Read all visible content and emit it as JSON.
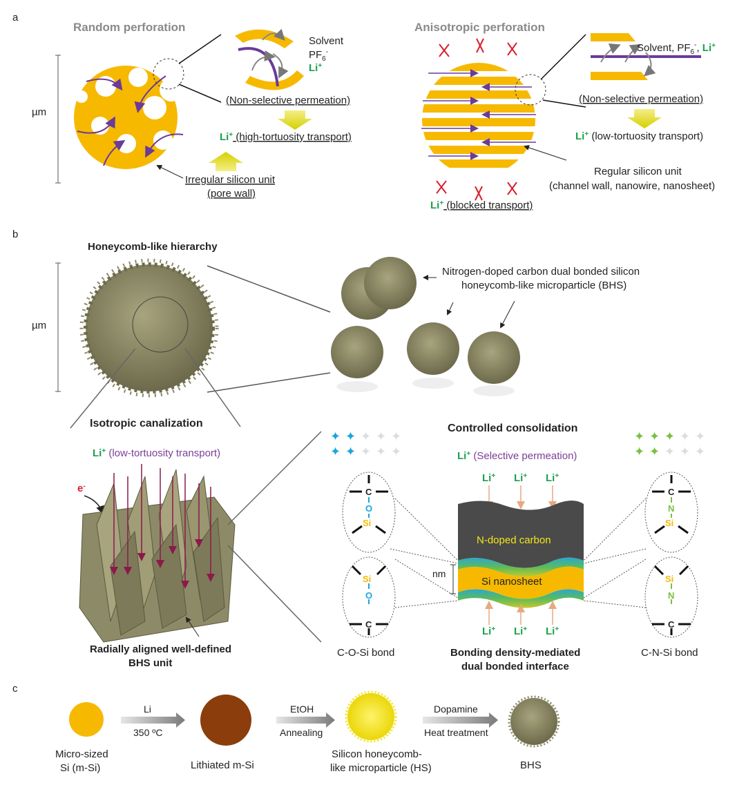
{
  "colors": {
    "gold": "#f6b900",
    "purple": "#6b3a9a",
    "green": "#1aa14a",
    "grey_text": "#8a8a8a",
    "red": "#d8202a",
    "bhs_olive": "#8d8a67",
    "dark_carbon": "#4a4a4a",
    "lithiated": "#8b3d0c",
    "honeycomb_yellow": "#f4e61a",
    "blue_bond": "#1aa6dc",
    "green_bond": "#79c043"
  },
  "panel_a": {
    "label": "a",
    "scale": "µm",
    "left": {
      "title": "Random perforation",
      "permeants": [
        "Solvent",
        "PF",
        "6",
        "-",
        "Li",
        "+"
      ],
      "permeation": "(Non-selective permeation)",
      "transport_ion": "Li",
      "transport_sup": "+",
      "transport": " (high-tortuosity transport)",
      "unit_line1": "Irregular silicon unit",
      "unit_line2": "(pore wall)"
    },
    "right": {
      "title": "Anisotropic perforation",
      "permeant_text": "Solvent, PF",
      "permeant_sub": "6",
      "permeant_sup": "-",
      "permeant_sep": ", ",
      "permeant_ion": "Li",
      "permeant_ion_sup": "+",
      "permeation": "(Non-selective permeation)",
      "transport_ion": "Li",
      "transport_sup": "+",
      "transport": " (low-tortuosity transport)",
      "unit_line1": "Regular silicon unit",
      "unit_line2": "(channel wall, nanowire, nanosheet)",
      "blocked_ion": "Li",
      "blocked_sup": "+",
      "blocked": " (blocked transport)"
    }
  },
  "panel_b": {
    "label": "b",
    "scale": "µm",
    "nm_label": "nm",
    "title_hierarchy": "Honeycomb-like hierarchy",
    "bhs_desc_line1": "Nitrogen-doped carbon dual bonded silicon",
    "bhs_desc_line2": "honeycomb-like microparticle (BHS)",
    "title_isotropic": "Isotropic canalization",
    "iso_ion": "Li",
    "iso_sup": "+",
    "iso_transport": " (low-tortuosity transport)",
    "electron": "e",
    "electron_sup": "-",
    "unit_line1": "Radially aligned well-defined",
    "unit_line2": "BHS unit",
    "title_consolidation": "Controlled consolidation",
    "sel_ion": "Li",
    "sel_sup": "+",
    "selective": " (Selective permeation)",
    "li_label": "Li",
    "li_sup": "+",
    "carbon_layer": "N-doped carbon",
    "si_layer": "Si nanosheet",
    "cosi_bond": "C-O-Si bond",
    "cnsi_bond": "C-N-Si bond",
    "atoms": {
      "c": "C",
      "o": "O",
      "si": "Si",
      "n": "N"
    },
    "interface_line1": "Bonding density-mediated",
    "interface_line2": "dual bonded interface"
  },
  "panel_c": {
    "label": "c",
    "steps": [
      {
        "line1": "Micro-sized",
        "line2": "Si (m-Si)"
      },
      {
        "line1": "Lithiated m-Si"
      },
      {
        "line1": "Silicon honeycomb-",
        "line2": "like microparticle (HS)"
      },
      {
        "line1": "BHS"
      }
    ],
    "arrows": [
      {
        "top": "Li",
        "bottom": "350 ºC"
      },
      {
        "top": "EtOH",
        "bottom": "Annealing"
      },
      {
        "top": "Dopamine",
        "bottom": "Heat treatment"
      }
    ]
  }
}
